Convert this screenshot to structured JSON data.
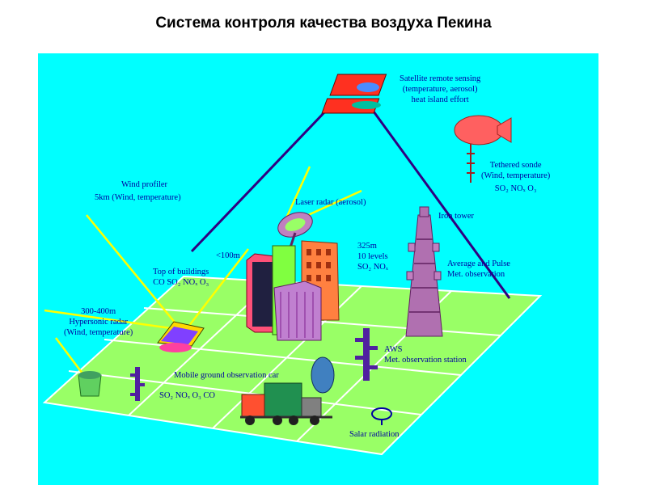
{
  "title": "Система контроля качества воздуха Пекина",
  "colors": {
    "sky": "#00ffff",
    "ground": "#99ff66",
    "label_text": "#0000a0",
    "beam": "#ffff00",
    "tower": "#c080c0",
    "sat_panel": "#ff3020"
  },
  "labels": {
    "satellite": [
      "Satellite remote sensing",
      "(temperature, aerosol)",
      "heat island effort"
    ],
    "tethered": [
      "Tethered sonde",
      "(Wind, temperature)",
      "SO₂  NOₓ  O₃"
    ],
    "wind_profiler": [
      "Wind profiler",
      "5km (Wind, temperature)"
    ],
    "laser_radar": "Laser radar (aerosol)",
    "iron_tower": "Iron tower",
    "lt100m": "<100m",
    "levels": [
      "325m",
      "10 levels",
      "SO₂  NOₓ"
    ],
    "average_pulse": [
      "Average and Pulse",
      "Met. observation"
    ],
    "top_buildings": [
      "Top of buildings",
      "CO  SO₂  NOₓ  O₃"
    ],
    "hypersonic": [
      "300-400m",
      "Hypersonic radar",
      "(Wind, temperature)"
    ],
    "aws": [
      "AWS",
      "Met. observation station"
    ],
    "mobile_car": "Mobile ground observation car",
    "mobile_gases": "SO₂  NOₓ  O₃ CO",
    "salar": "Salar radiation"
  },
  "icons": [
    "satellite-icon",
    "blimp-icon",
    "laser-radar-icon",
    "iron-tower-icon",
    "buildings-icon",
    "hypersonic-radar-icon",
    "wind-profiler-icon",
    "aws-mast-icon",
    "observation-car-icon",
    "salar-radiation-icon"
  ]
}
